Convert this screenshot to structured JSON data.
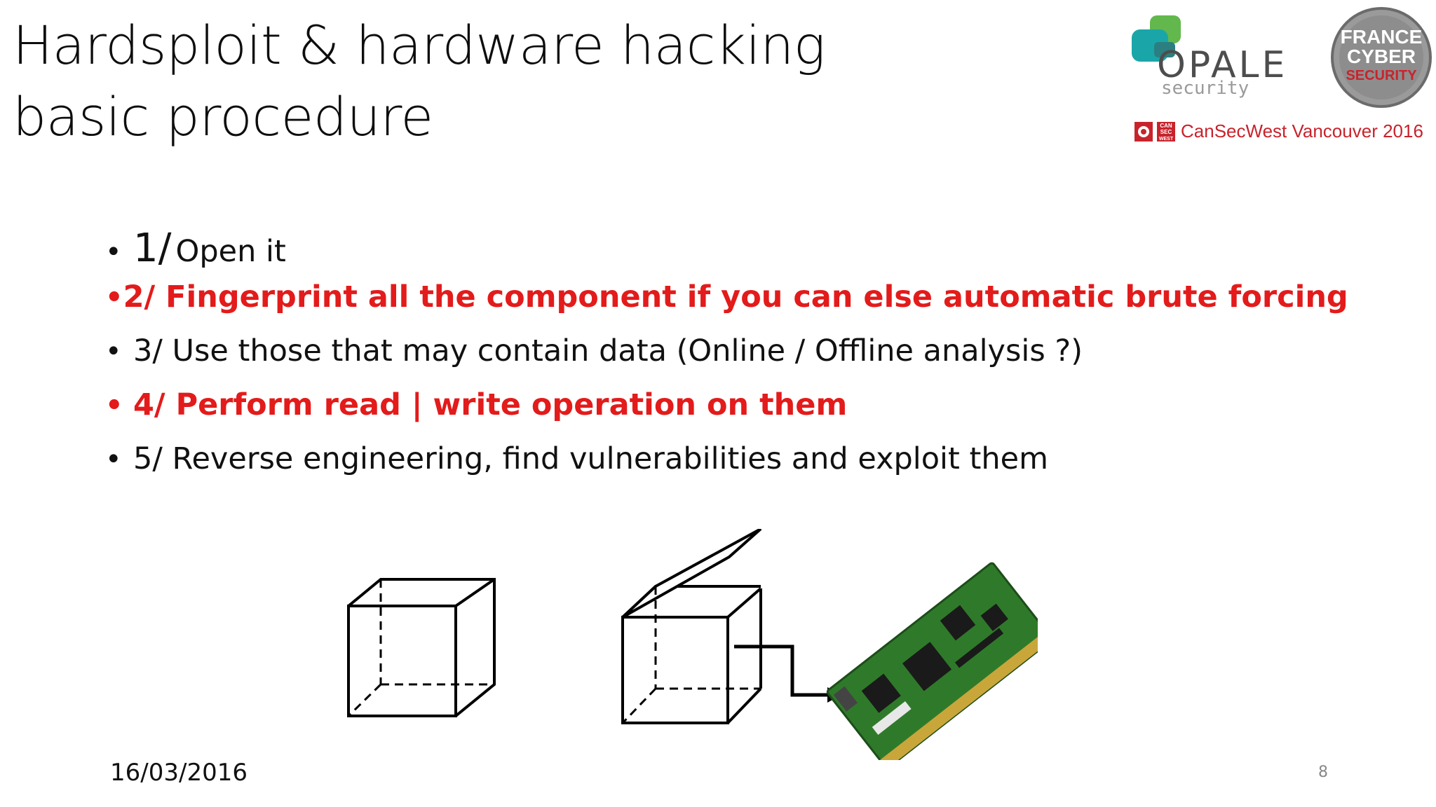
{
  "slide": {
    "title_line1": "Hardsploit & hardware hacking",
    "title_line2": "basic procedure",
    "bullets": [
      {
        "lead": "1/",
        "rest": " Open it",
        "highlight": false
      },
      {
        "text": "2/ Fingerprint all the component if you can else automatic brute forcing",
        "highlight": true
      },
      {
        "text": "3/ Use those that may contain data (Online / Offline analysis ?)",
        "highlight": false
      },
      {
        "text": "4/ Perform read | write operation on them",
        "highlight": true
      },
      {
        "text": "5/ Reverse engineering, find vulnerabilities and exploit them",
        "highlight": false
      }
    ],
    "bullet_symbol": "•",
    "date": "16/03/2016",
    "page_number": "8"
  },
  "logos": {
    "opale_name": "OPALE",
    "opale_sub": "security",
    "badge_line1": "FRANCE",
    "badge_line2": "CYBER",
    "badge_line3": "SECURITY",
    "conference_icon_text": [
      "CAN",
      "SEC",
      "WEST"
    ],
    "conference": "CanSecWest Vancouver 2016"
  },
  "colors": {
    "highlight": "#e31b1b",
    "text": "#111111",
    "opale_teal": "#1aa6a8",
    "opale_green": "#62b84c",
    "badge_red": "#c8232c",
    "pcb_green": "#2f7a2a"
  },
  "icons": [
    "closed-box-icon",
    "open-box-icon",
    "arrow-icon",
    "circuit-board-icon"
  ]
}
